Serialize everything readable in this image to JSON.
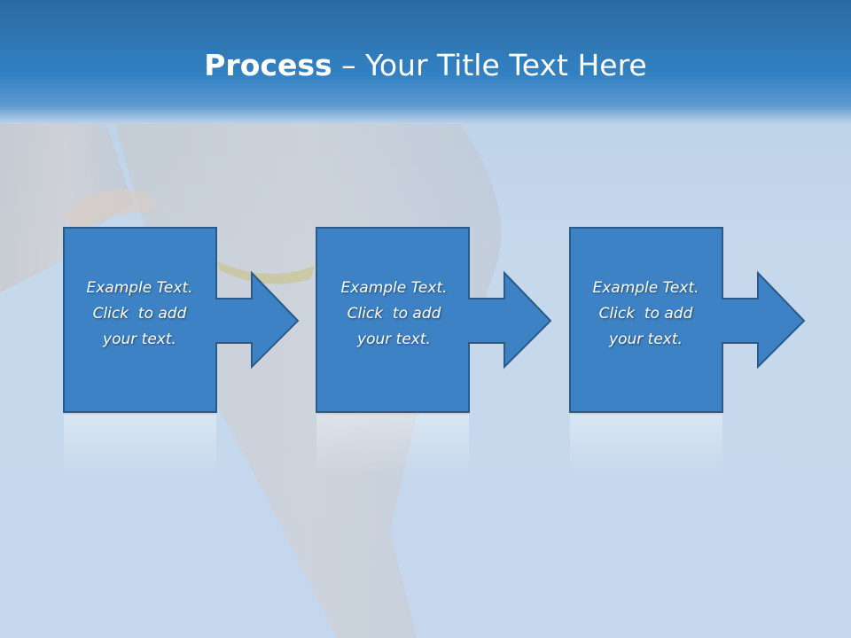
{
  "slide": {
    "title_bold": "Process",
    "title_rest": " – Your Title Text Here"
  },
  "steps": [
    {
      "line1": "Example Text.",
      "line2": "Click  to add",
      "line3": "your text."
    },
    {
      "line1": "Example Text.",
      "line2": "Click  to add",
      "line3": "your text."
    },
    {
      "line1": "Example Text.",
      "line2": "Click  to add",
      "line3": "your text."
    }
  ],
  "colors": {
    "shape_fill": "#3d82c4",
    "shape_stroke": "#2a5a8a",
    "title_band": "#2f77b6"
  }
}
